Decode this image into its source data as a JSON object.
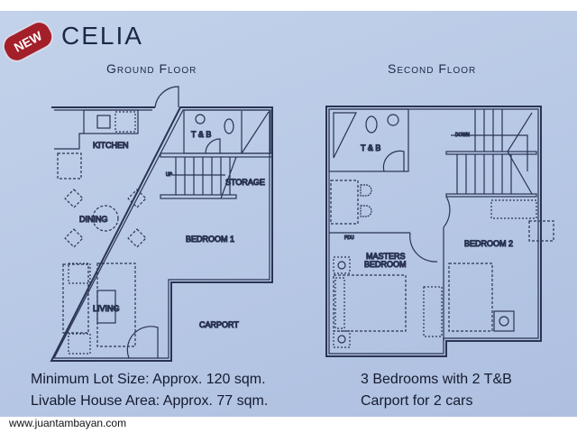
{
  "badge": {
    "label": "NEW"
  },
  "title": "CELIA",
  "ground_floor": {
    "heading": "Ground Floor",
    "rooms": {
      "kitchen": "KITCHEN",
      "tb": "T & B",
      "up": "UP",
      "storage": "STORAGE",
      "dining": "DINING",
      "bedroom1": "BEDROOM 1",
      "living": "LIVING",
      "carport": "CARPORT"
    }
  },
  "second_floor": {
    "heading": "Second Floor",
    "rooms": {
      "tb": "T & B",
      "down": "DOWN",
      "bedroom2": "BEDROOM 2",
      "master1": "MASTERS",
      "master2": "BEDROOM",
      "pdu": "PDU"
    }
  },
  "info": {
    "lot_size": "Minimum Lot Size: Approx. 120 sqm.",
    "house_area": "Livable House Area: Approx. 77 sqm.",
    "bedrooms": "3 Bedrooms with 2 T&B",
    "carport": "Carport for 2 cars"
  },
  "watermark": {
    "brand": "JUANTAMBAYAN",
    "url": "www.juantambayan.com"
  },
  "colors": {
    "badge": "#a3202a",
    "ink": "#1d2847",
    "paper": "#b8c9e6"
  }
}
